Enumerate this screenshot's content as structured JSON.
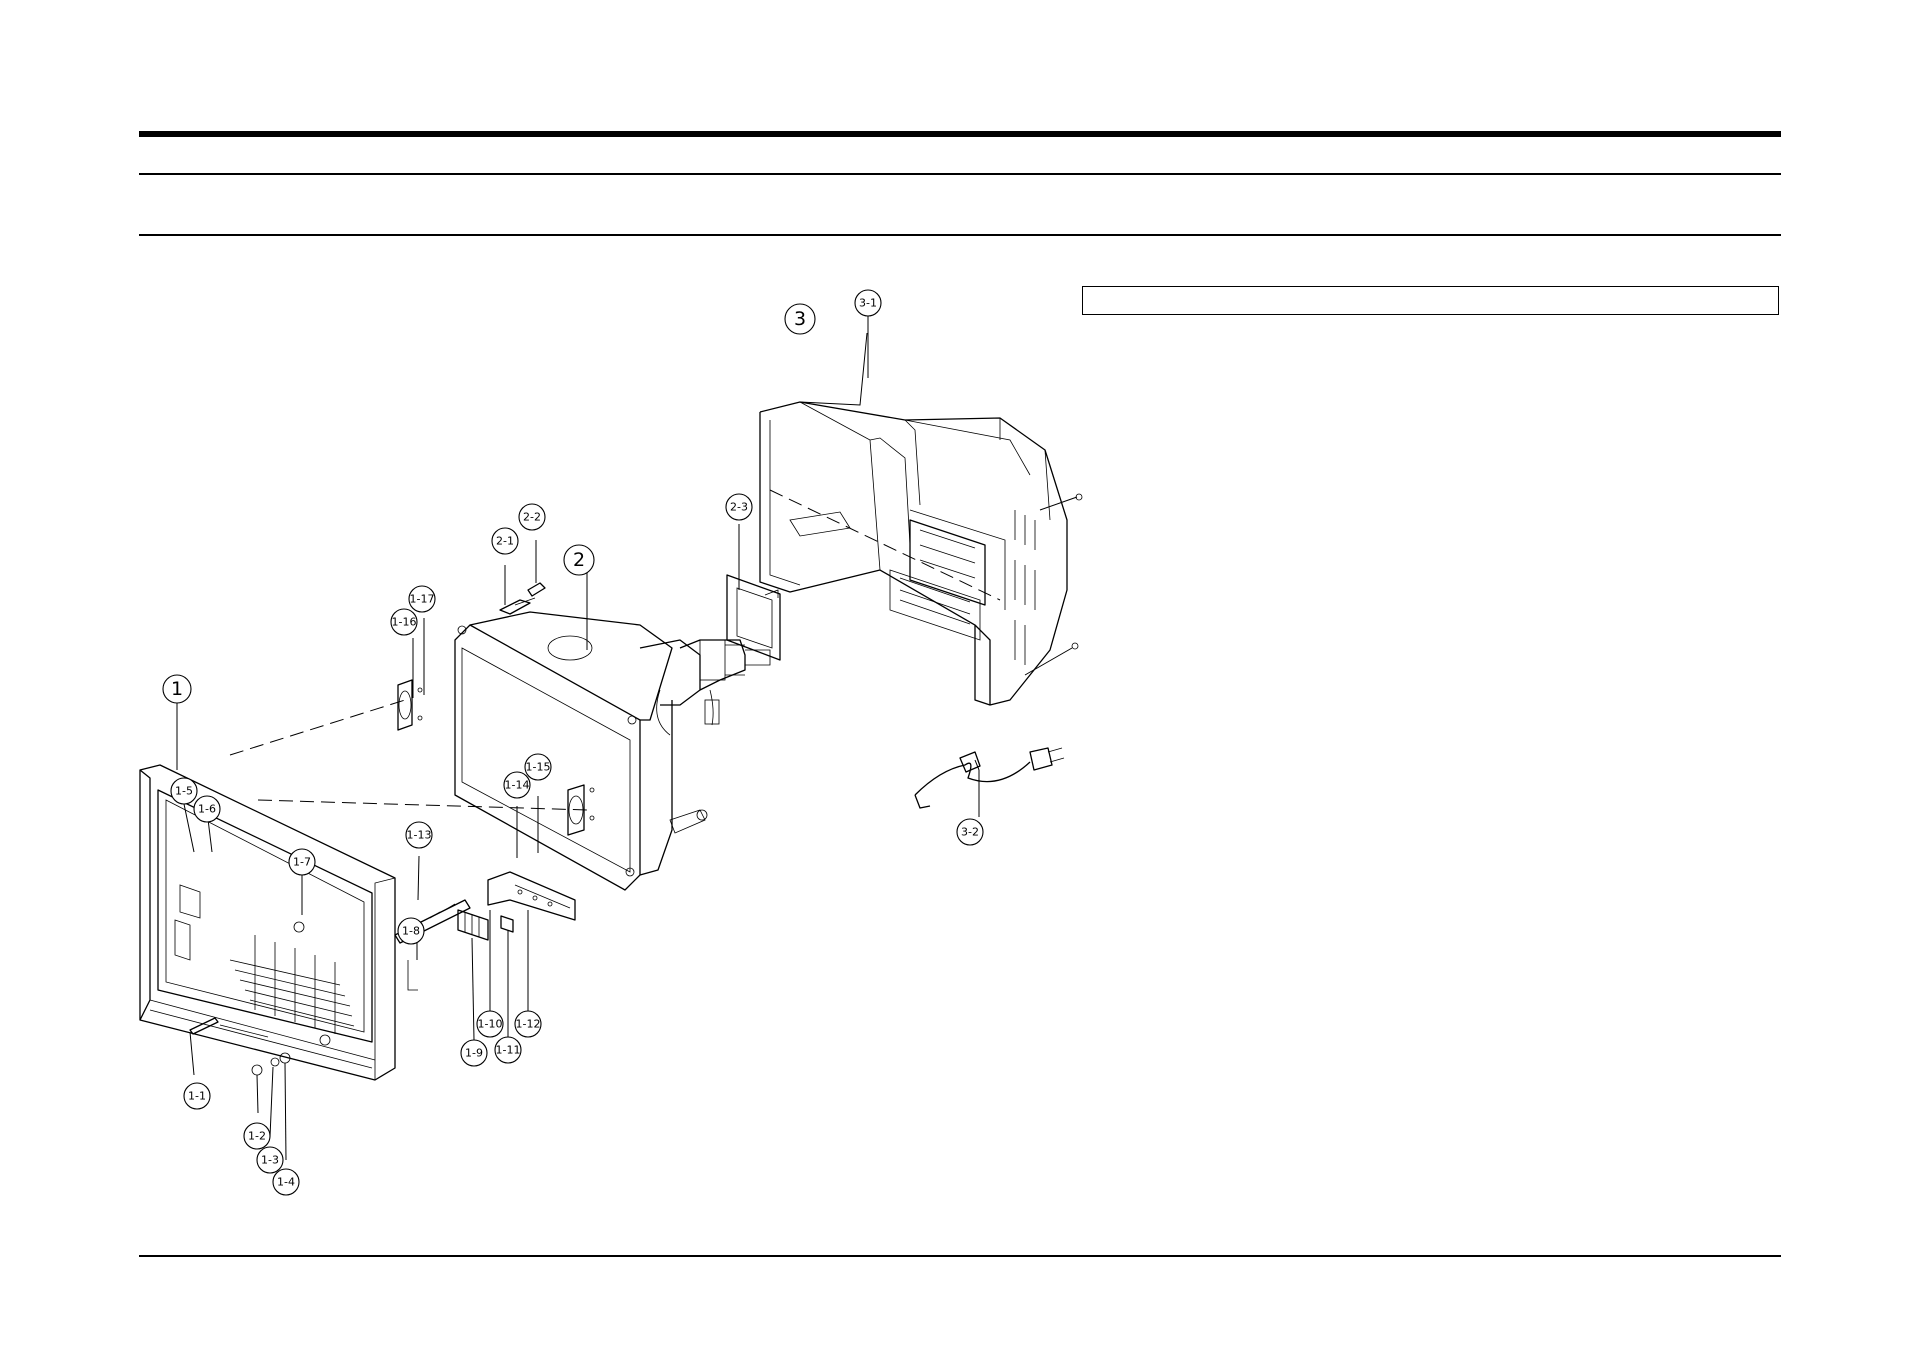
{
  "page": {
    "background": "#ffffff",
    "line_color": "#000000"
  },
  "diagram": {
    "type": "exploded-parts-view",
    "callouts": [
      {
        "id": "c-1",
        "label": "1"
      },
      {
        "id": "c-1-1",
        "label": "1-1"
      },
      {
        "id": "c-1-2",
        "label": "1-2"
      },
      {
        "id": "c-1-3",
        "label": "1-3"
      },
      {
        "id": "c-1-4",
        "label": "1-4"
      },
      {
        "id": "c-1-5",
        "label": "1-5"
      },
      {
        "id": "c-1-6",
        "label": "1-6"
      },
      {
        "id": "c-1-7",
        "label": "1-7"
      },
      {
        "id": "c-1-8",
        "label": "1-8"
      },
      {
        "id": "c-1-9",
        "label": "1-9"
      },
      {
        "id": "c-1-10",
        "label": "1-10"
      },
      {
        "id": "c-1-11",
        "label": "1-11"
      },
      {
        "id": "c-1-12",
        "label": "1-12"
      },
      {
        "id": "c-1-13",
        "label": "1-13"
      },
      {
        "id": "c-1-14",
        "label": "1-14"
      },
      {
        "id": "c-1-15",
        "label": "1-15"
      },
      {
        "id": "c-1-16",
        "label": "1-16"
      },
      {
        "id": "c-1-17",
        "label": "1-17"
      },
      {
        "id": "c-2",
        "label": "2"
      },
      {
        "id": "c-2-1",
        "label": "2-1"
      },
      {
        "id": "c-2-2",
        "label": "2-2"
      },
      {
        "id": "c-2-3",
        "label": "2-3"
      },
      {
        "id": "c-3",
        "label": "3"
      },
      {
        "id": "c-3-1",
        "label": "3-1"
      },
      {
        "id": "c-3-2",
        "label": "3-2"
      }
    ]
  }
}
